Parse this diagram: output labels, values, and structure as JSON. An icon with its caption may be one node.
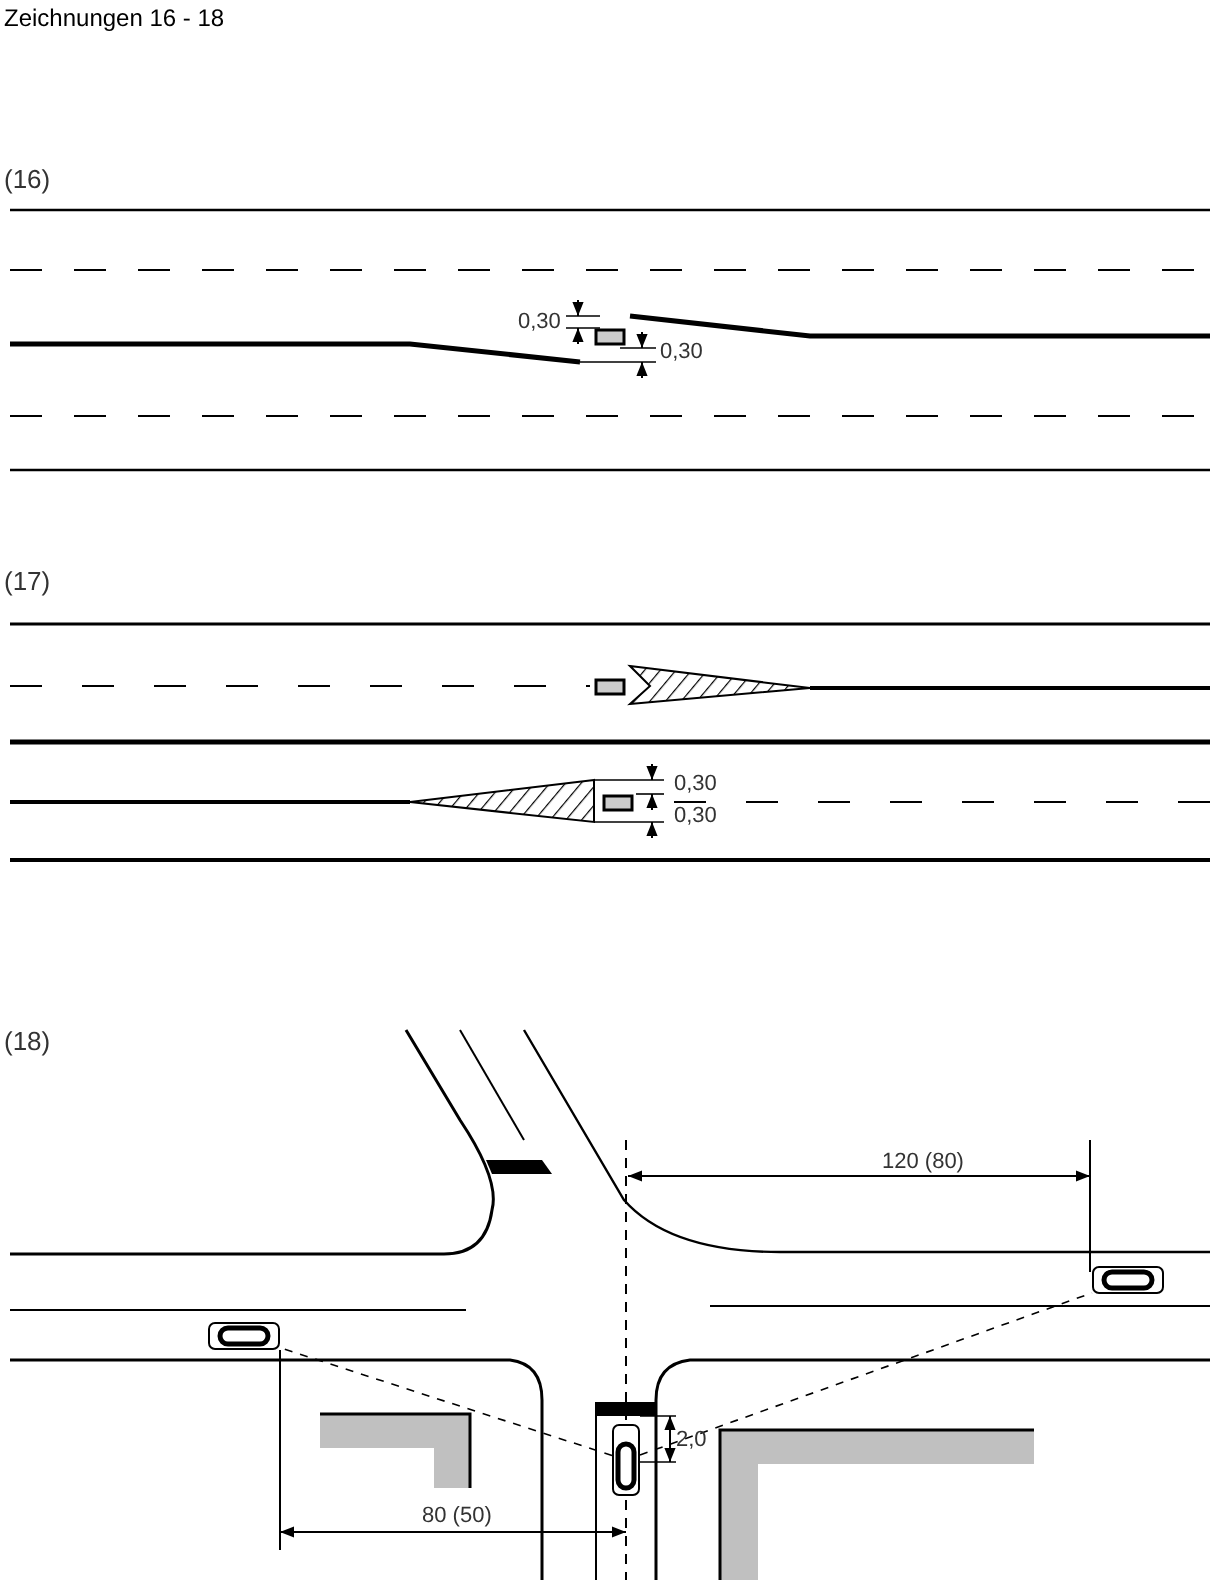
{
  "diagram": {
    "title": "Zeichnungen 16 - 18",
    "nodes": [
      {
        "text": [],
        "shape": "car"
      },
      {
        "text": [],
        "shape": "car"
      },
      {
        "text": [],
        "shape": "car"
      }
    ],
    "edges": [
      {
        "from": 2,
        "to": 0,
        "arrow": "none",
        "style": "dashed"
      },
      {
        "from": 2,
        "to": 1,
        "arrow": "none",
        "style": "dashed"
      }
    ],
    "labels": [
      "(16)",
      "0,30",
      "0,30",
      "(17)",
      "0,30",
      "0,30",
      "(18)",
      "120 (80)",
      "2,0",
      "80 (50)"
    ]
  }
}
